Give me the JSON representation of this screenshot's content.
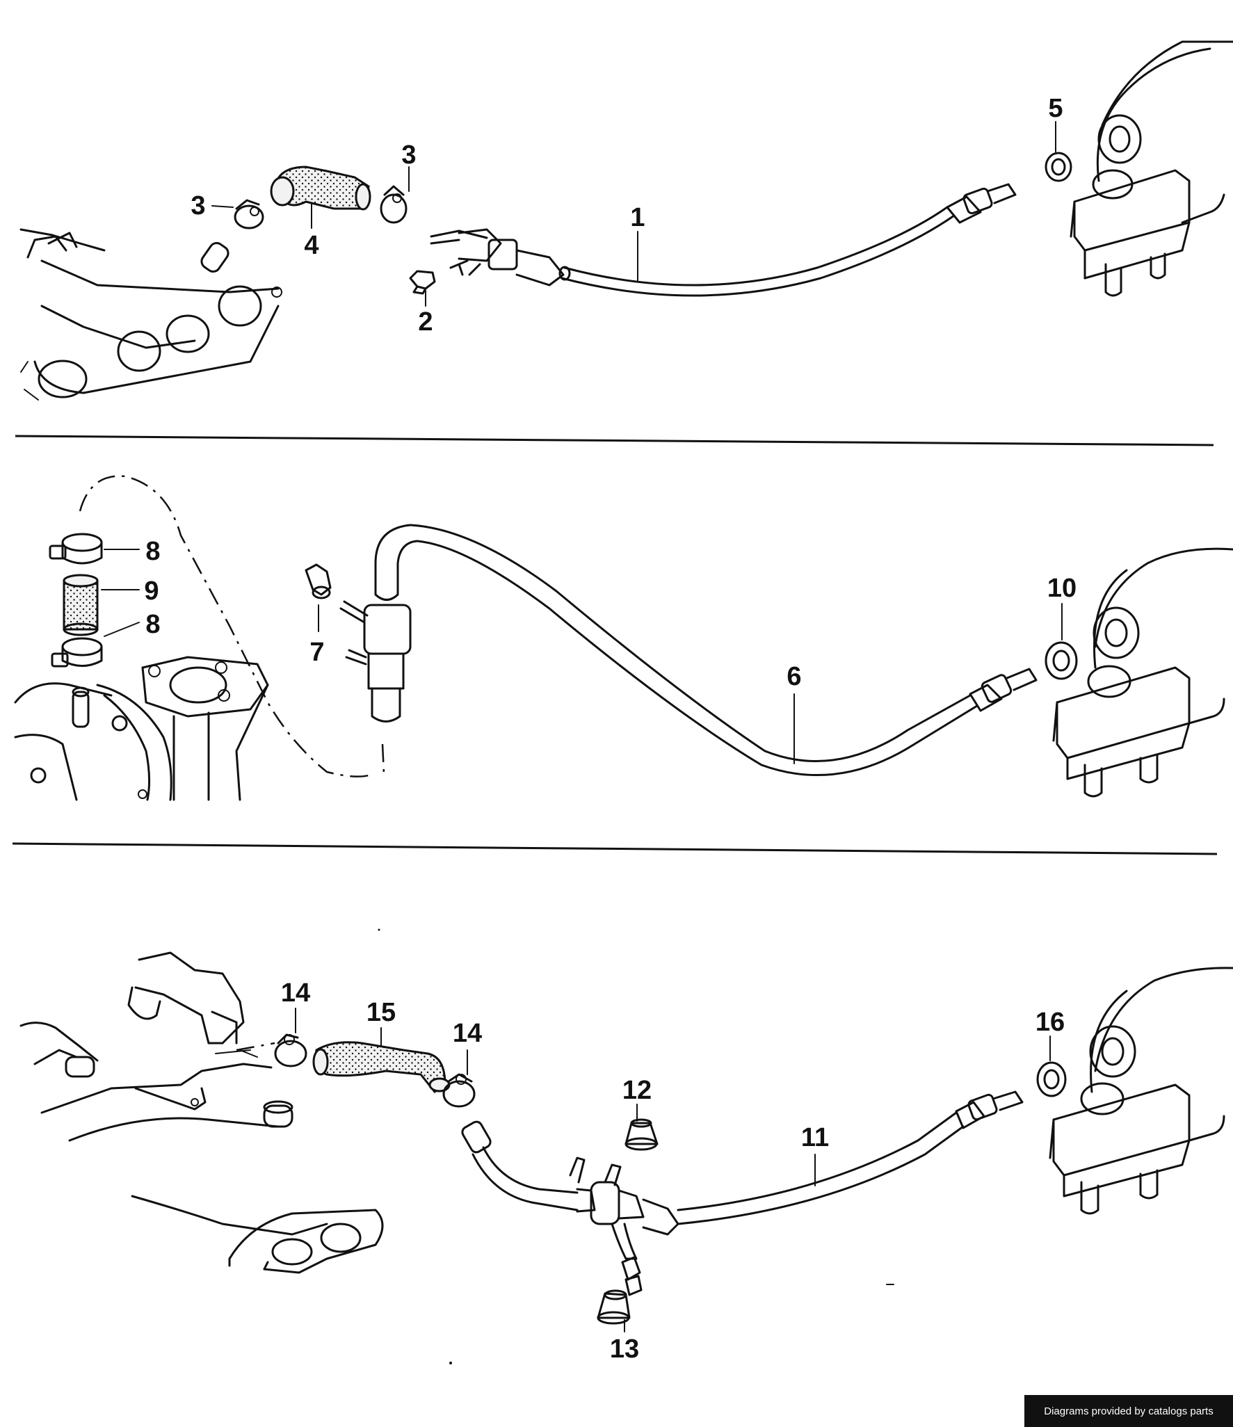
{
  "diagram": {
    "callouts": [
      {
        "id": "c1",
        "label": "1"
      },
      {
        "id": "c2",
        "label": "2"
      },
      {
        "id": "c3a",
        "label": "3"
      },
      {
        "id": "c3b",
        "label": "3"
      },
      {
        "id": "c4",
        "label": "4"
      },
      {
        "id": "c5",
        "label": "5"
      },
      {
        "id": "c6",
        "label": "6"
      },
      {
        "id": "c7",
        "label": "7"
      },
      {
        "id": "c8a",
        "label": "8"
      },
      {
        "id": "c8b",
        "label": "8"
      },
      {
        "id": "c9",
        "label": "9"
      },
      {
        "id": "c10",
        "label": "10"
      },
      {
        "id": "c11",
        "label": "11"
      },
      {
        "id": "c12",
        "label": "12"
      },
      {
        "id": "c13",
        "label": "13"
      },
      {
        "id": "c14a",
        "label": "14"
      },
      {
        "id": "c14b",
        "label": "14"
      },
      {
        "id": "c15",
        "label": "15"
      },
      {
        "id": "c16",
        "label": "16"
      }
    ],
    "colors": {
      "ink": "#111111",
      "paper": "#ffffff",
      "credit_bg": "#111111",
      "credit_text": "#ffffff"
    }
  },
  "footer": {
    "credit": "Diagrams provided by catalogs parts"
  }
}
